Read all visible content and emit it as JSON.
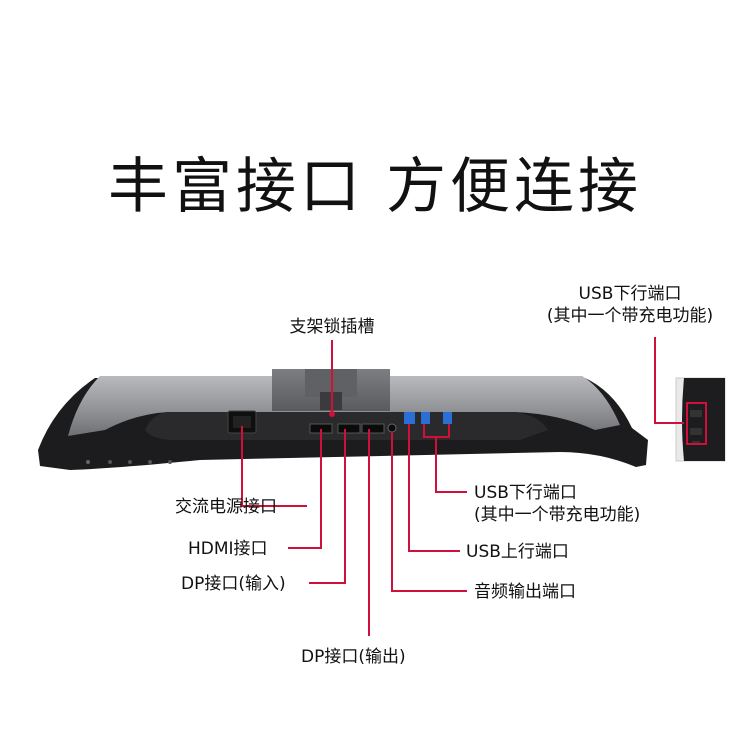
{
  "title": {
    "part1": "丰富接口",
    "part2": "方便连接"
  },
  "callouts": {
    "lock_slot": "支架锁插槽",
    "usb_down_side_line1": "USB下行端口",
    "usb_down_side_line2": "(其中一个带充电功能)",
    "power": "交流电源接口",
    "hdmi": "HDMI接口",
    "dp_in": "DP接口(输入)",
    "dp_out": "DP接口(输出)",
    "usb_down_rear_line1": "USB下行端口",
    "usb_down_rear_line2": "(其中一个带充电功能)",
    "usb_up": "USB上行端口",
    "audio_out": "音频输出端口"
  },
  "colors": {
    "callout_line": "#d0103a",
    "monitor_dark": "#1c1c1e",
    "monitor_silver": "#9a9b9e",
    "port_blue": "#2a6fd6"
  }
}
